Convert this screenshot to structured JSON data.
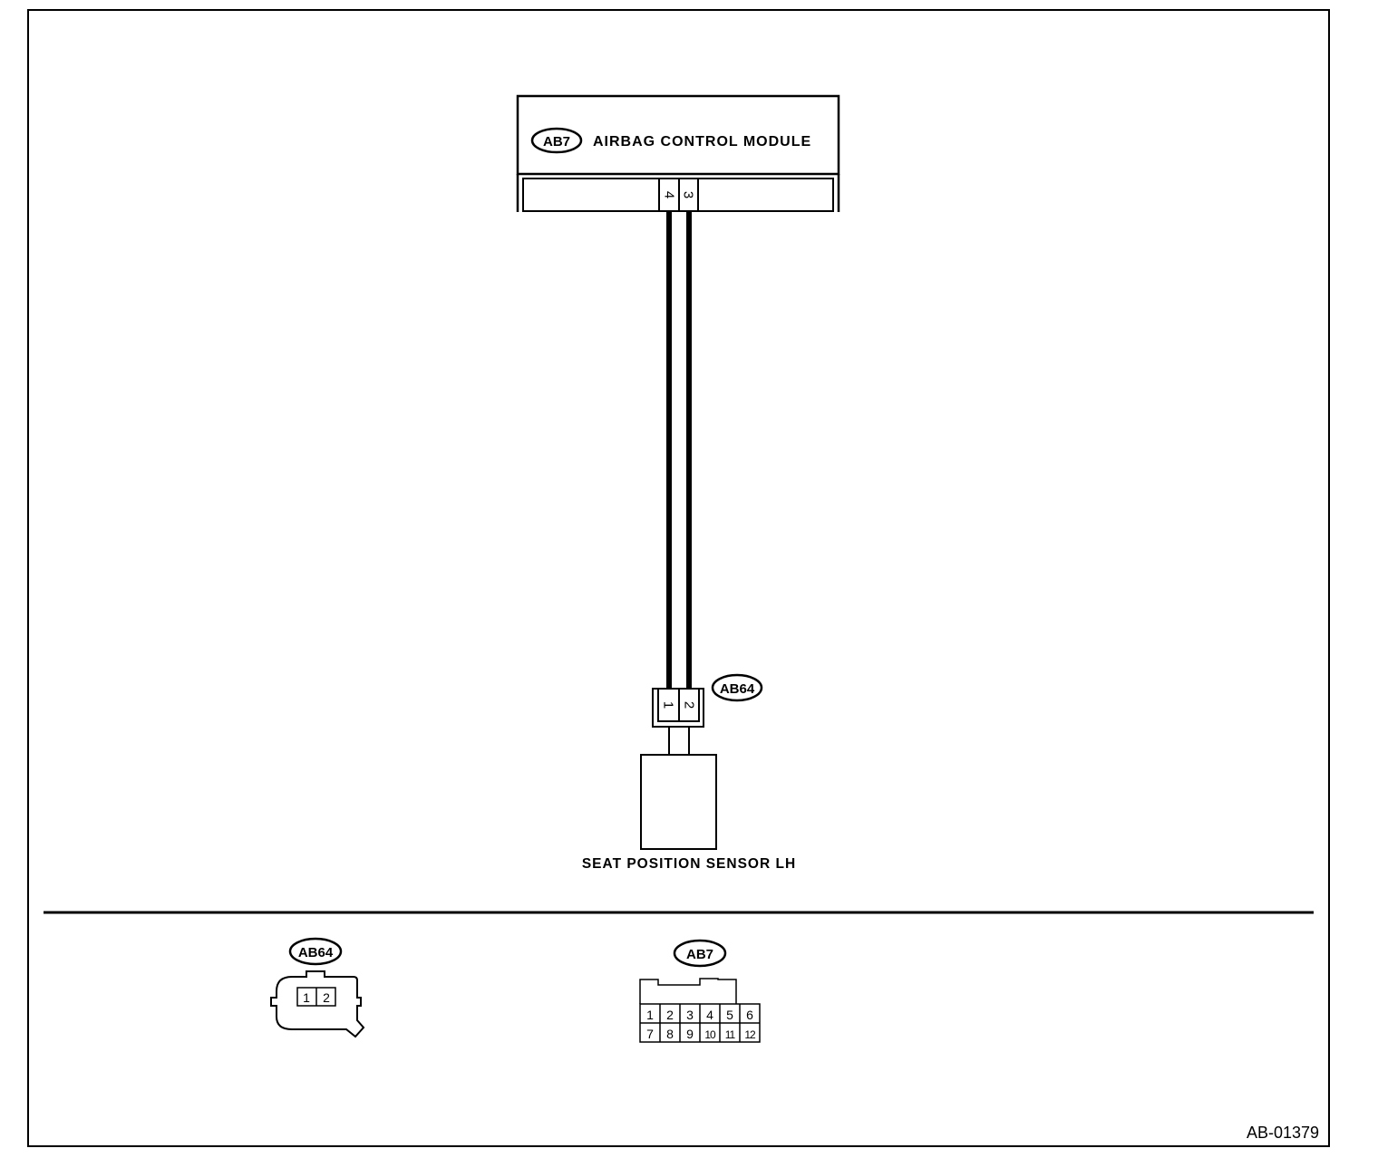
{
  "module": {
    "code": "AB7",
    "name": "AIRBAG CONTROL MODULE",
    "pins": [
      "4",
      "3"
    ]
  },
  "sensor_connector": {
    "code": "AB64",
    "pins": [
      "1",
      "2"
    ]
  },
  "sensor": {
    "name": "SEAT POSITION SENSOR LH"
  },
  "face_ab64": {
    "code": "AB64",
    "pins": [
      "1",
      "2"
    ]
  },
  "face_ab7": {
    "code": "AB7",
    "row1": [
      "1",
      "2",
      "3",
      "4",
      "5",
      "6"
    ],
    "row2": [
      "7",
      "8",
      "9",
      "10",
      "11",
      "12"
    ]
  },
  "figure_ref": "AB-01379",
  "colors": {
    "line": "#000000",
    "background": "#ffffff"
  }
}
